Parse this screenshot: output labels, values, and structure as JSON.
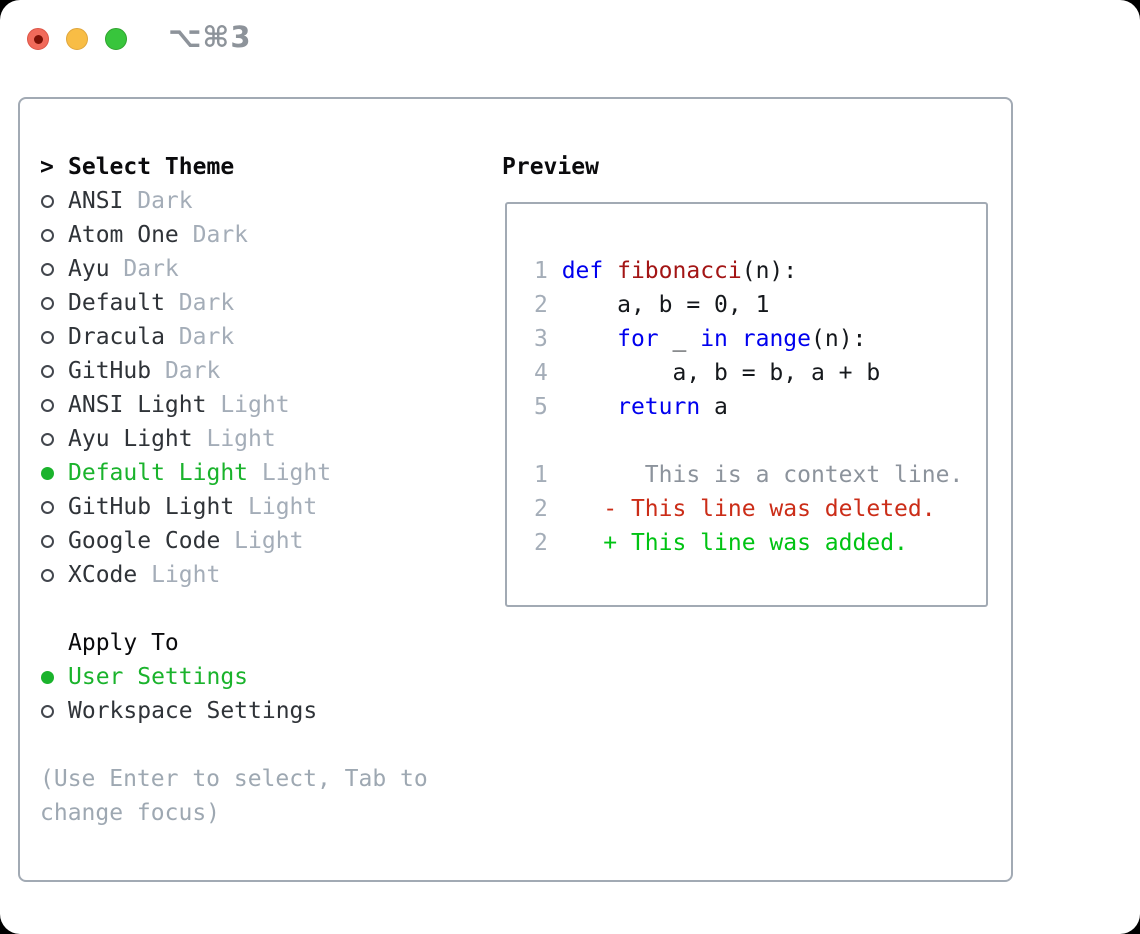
{
  "titlebar": {
    "shortcut_label": "⌥⌘3",
    "shortcut_color": "#8d939a",
    "buttons": {
      "close_color": "#f16a5a",
      "close_border": "#dd5547",
      "close_dot_color": "#7c1106",
      "minimize_color": "#f8bd45",
      "minimize_border": "#dfa63c",
      "zoom_color": "#38c53c",
      "zoom_border": "#2fa32e"
    }
  },
  "theme_panel": {
    "header": {
      "marker": ">",
      "label": "Select Theme"
    },
    "themes": [
      {
        "name": "ANSI",
        "variant": "Dark",
        "selected": false
      },
      {
        "name": "Atom One",
        "variant": "Dark",
        "selected": false
      },
      {
        "name": "Ayu",
        "variant": "Dark",
        "selected": false
      },
      {
        "name": "Default",
        "variant": "Dark",
        "selected": false
      },
      {
        "name": "Dracula",
        "variant": "Dark",
        "selected": false
      },
      {
        "name": "GitHub",
        "variant": "Dark",
        "selected": false
      },
      {
        "name": "ANSI Light",
        "variant": "Light",
        "selected": false
      },
      {
        "name": "Ayu Light",
        "variant": "Light",
        "selected": false
      },
      {
        "name": "Default Light",
        "variant": "Light",
        "selected": true
      },
      {
        "name": "GitHub Light",
        "variant": "Light",
        "selected": false
      },
      {
        "name": "Google Code",
        "variant": "Light",
        "selected": false
      },
      {
        "name": "XCode",
        "variant": "Light",
        "selected": false
      }
    ],
    "apply_to": {
      "header": "Apply To",
      "options": [
        {
          "label": "User Settings",
          "selected": true
        },
        {
          "label": "Workspace Settings",
          "selected": false
        }
      ]
    },
    "hint_lines": [
      "(Use Enter to select, Tab to",
      "change focus)"
    ]
  },
  "preview": {
    "title": "Preview",
    "lines": [
      {
        "num": "1",
        "segments": [
          [
            "def",
            "keyword"
          ],
          [
            " ",
            "plain"
          ],
          [
            "fibonacci",
            "function"
          ],
          [
            "(n):",
            "plain"
          ]
        ]
      },
      {
        "num": "2",
        "segments": [
          [
            "    a, b = 0, 1",
            "plain"
          ]
        ]
      },
      {
        "num": "3",
        "segments": [
          [
            "    ",
            "plain"
          ],
          [
            "for",
            "keyword"
          ],
          [
            " _ ",
            "plain"
          ],
          [
            "in",
            "keyword"
          ],
          [
            " ",
            "plain"
          ],
          [
            "range",
            "keyword"
          ],
          [
            "(n):",
            "plain"
          ]
        ]
      },
      {
        "num": "4",
        "segments": [
          [
            "        a, b = b, a + b",
            "plain"
          ]
        ]
      },
      {
        "num": "5",
        "segments": [
          [
            "    ",
            "plain"
          ],
          [
            "return",
            "keyword"
          ],
          [
            " a",
            "plain"
          ]
        ]
      },
      {
        "num": "",
        "segments": []
      },
      {
        "num": "1",
        "segments": [
          [
            "      This is a context line.",
            "context"
          ]
        ]
      },
      {
        "num": "2",
        "segments": [
          [
            "   ",
            "plain"
          ],
          [
            "- This line was deleted.",
            "deleted"
          ]
        ]
      },
      {
        "num": "2",
        "segments": [
          [
            "   ",
            "plain"
          ],
          [
            "+ This line was added.",
            "added"
          ]
        ]
      }
    ]
  },
  "colors": {
    "keyword": "#0000ee",
    "function": "#a31515",
    "plain": "#15181c",
    "line_number": "#a4adb8",
    "context": "#8c939c",
    "deleted": "#cb2d18",
    "added": "#00c313",
    "selected_green": "#1ab32c",
    "theme_name": "#2f3338",
    "variant": "#a4adb8",
    "hint": "#9ea8b2",
    "heading": "#0b0b0d"
  }
}
